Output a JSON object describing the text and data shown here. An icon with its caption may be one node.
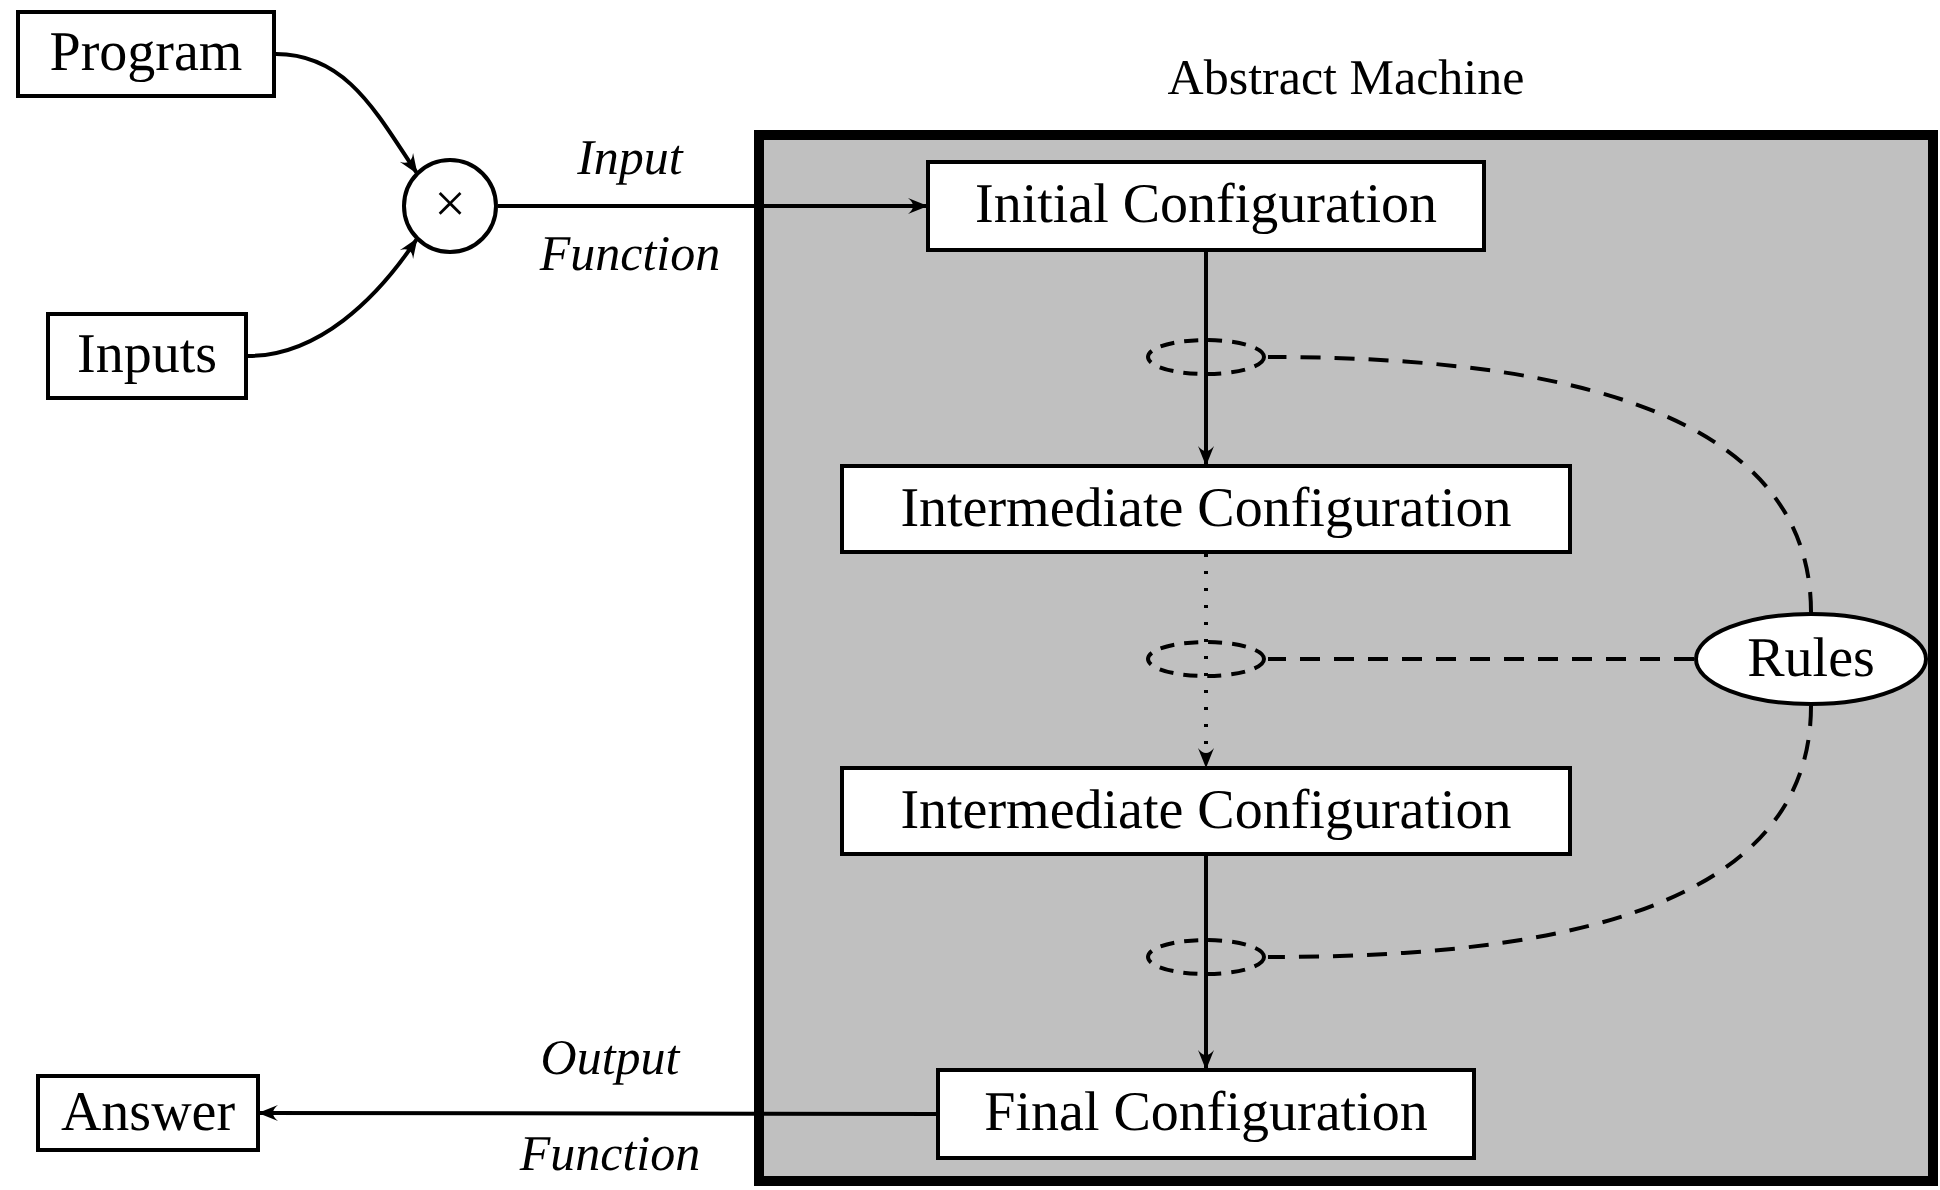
{
  "diagram": {
    "nodes": [
      {
        "text": [
          "Program"
        ]
      },
      {
        "text": [
          "Inputs"
        ]
      },
      {
        "text": [
          "×"
        ]
      },
      {
        "text": [
          "Abstract Machine"
        ]
      },
      {
        "text": [
          "Initial Configuration"
        ],
        "in": 3
      },
      {
        "text": [
          "Intermediate Configuration"
        ],
        "in": 3
      },
      {
        "text": [
          "Intermediate Configuration"
        ],
        "in": 3
      },
      {
        "text": [
          "Final Configuration"
        ],
        "in": 3
      },
      {
        "text": [
          "Rules"
        ],
        "in": 3
      },
      {
        "text": [
          "Answer"
        ]
      }
    ],
    "edges": [
      {
        "from": 0,
        "to": 2,
        "arrow": "to"
      },
      {
        "from": 1,
        "to": 2,
        "arrow": "to"
      },
      {
        "from": 2,
        "to": 4,
        "arrow": "to",
        "label": "Input Function"
      },
      {
        "from": 4,
        "to": 5,
        "arrow": "to"
      },
      {
        "from": 5,
        "to": 6,
        "arrow": "to",
        "style": "dashed"
      },
      {
        "from": 6,
        "to": 7,
        "arrow": "to"
      },
      {
        "from": 7,
        "to": 9,
        "arrow": "to",
        "label": "Output Function"
      },
      {
        "from": 8,
        "to": null,
        "arrow": "none",
        "style": "dashed"
      },
      {
        "from": 8,
        "to": null,
        "arrow": "none",
        "style": "dashed"
      },
      {
        "from": 8,
        "to": null,
        "arrow": "none",
        "style": "dashed"
      }
    ]
  }
}
